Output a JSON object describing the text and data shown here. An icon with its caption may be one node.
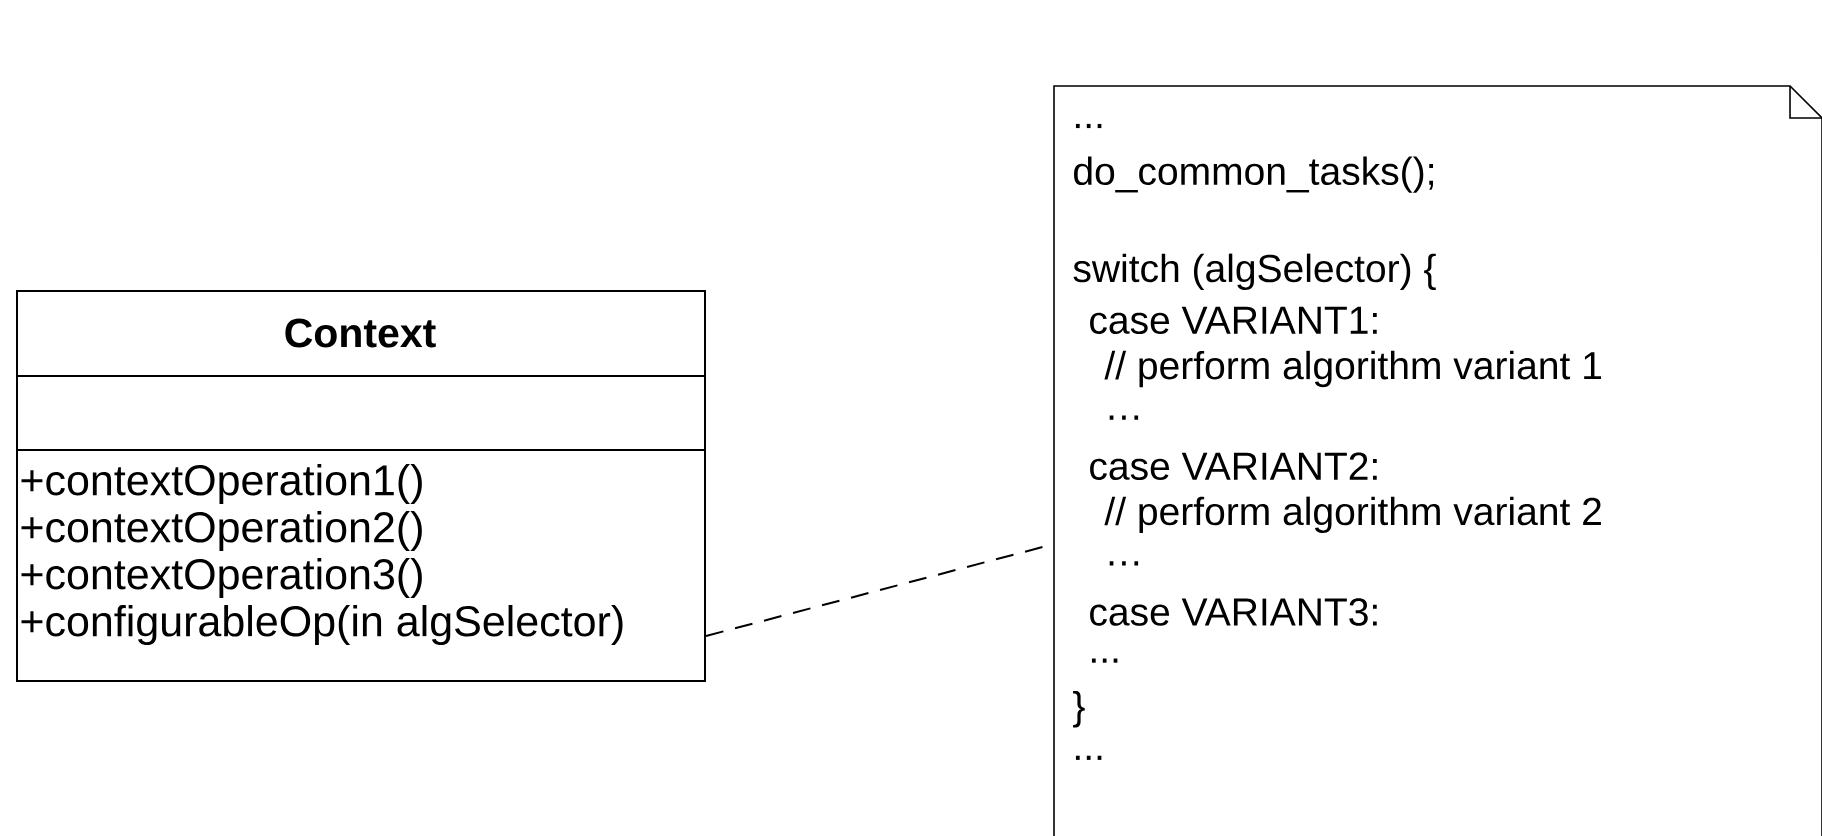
{
  "diagram": {
    "nodes": [
      {
        "text": [
          "Context",
          "+contextOperation1()",
          "+contextOperation2()",
          "+contextOperation3()",
          "+configurableOp(in algSelector)"
        ]
      },
      {
        "text": [
          "...",
          "do_common_tasks();",
          "switch (algSelector) {",
          "case VARIANT1:",
          "// perform algorithm variant 1",
          "…",
          "case VARIANT2:",
          "// perform algorithm variant 2",
          "…",
          "case VARIANT3:",
          "...",
          "}",
          "..."
        ]
      }
    ],
    "edges": [
      {
        "from": 0,
        "to": 1,
        "arrow": "none",
        "style": "dashed"
      }
    ]
  }
}
